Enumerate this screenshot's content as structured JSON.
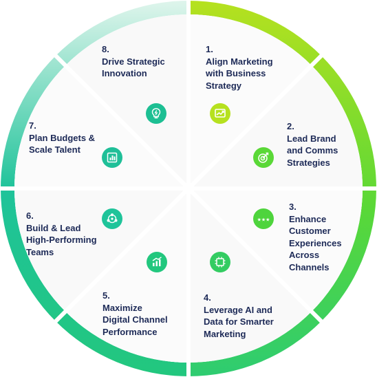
{
  "colors": {
    "text": "#1d2a57",
    "lime": "#b6e11f",
    "bright_green": "#5ad837",
    "green": "#2ecc71",
    "teal": "#1bbf95",
    "pale_mint": "#dff5ec",
    "divider": "#ffffff"
  },
  "segments": [
    {
      "number": "1.",
      "title": "Align Marketing\nwith Business\nStrategy",
      "icon": "growth-chart-icon"
    },
    {
      "number": "2.",
      "title": "Lead Brand\nand Comms\nStrategies",
      "icon": "target-megaphone-icon"
    },
    {
      "number": "3.",
      "title": "Enhance\nCustomer\nExperiences\nAcross\nChannels",
      "icon": "three-stars-icon"
    },
    {
      "number": "4.",
      "title": "Leverage AI and\nData for Smarter\nMarketing",
      "icon": "ai-chip-icon"
    },
    {
      "number": "5.",
      "title": "Maximize\nDigital Channel\nPerformance",
      "icon": "performance-gauge-icon"
    },
    {
      "number": "6.",
      "title": "Build & Lead\nHigh-Performing\nTeams",
      "icon": "team-network-icon"
    },
    {
      "number": "7.",
      "title": "Plan Budgets &\nScale Talent",
      "icon": "bar-report-icon"
    },
    {
      "number": "8.",
      "title": "Drive Strategic\nInnovation",
      "icon": "lightbulb-icon"
    }
  ]
}
